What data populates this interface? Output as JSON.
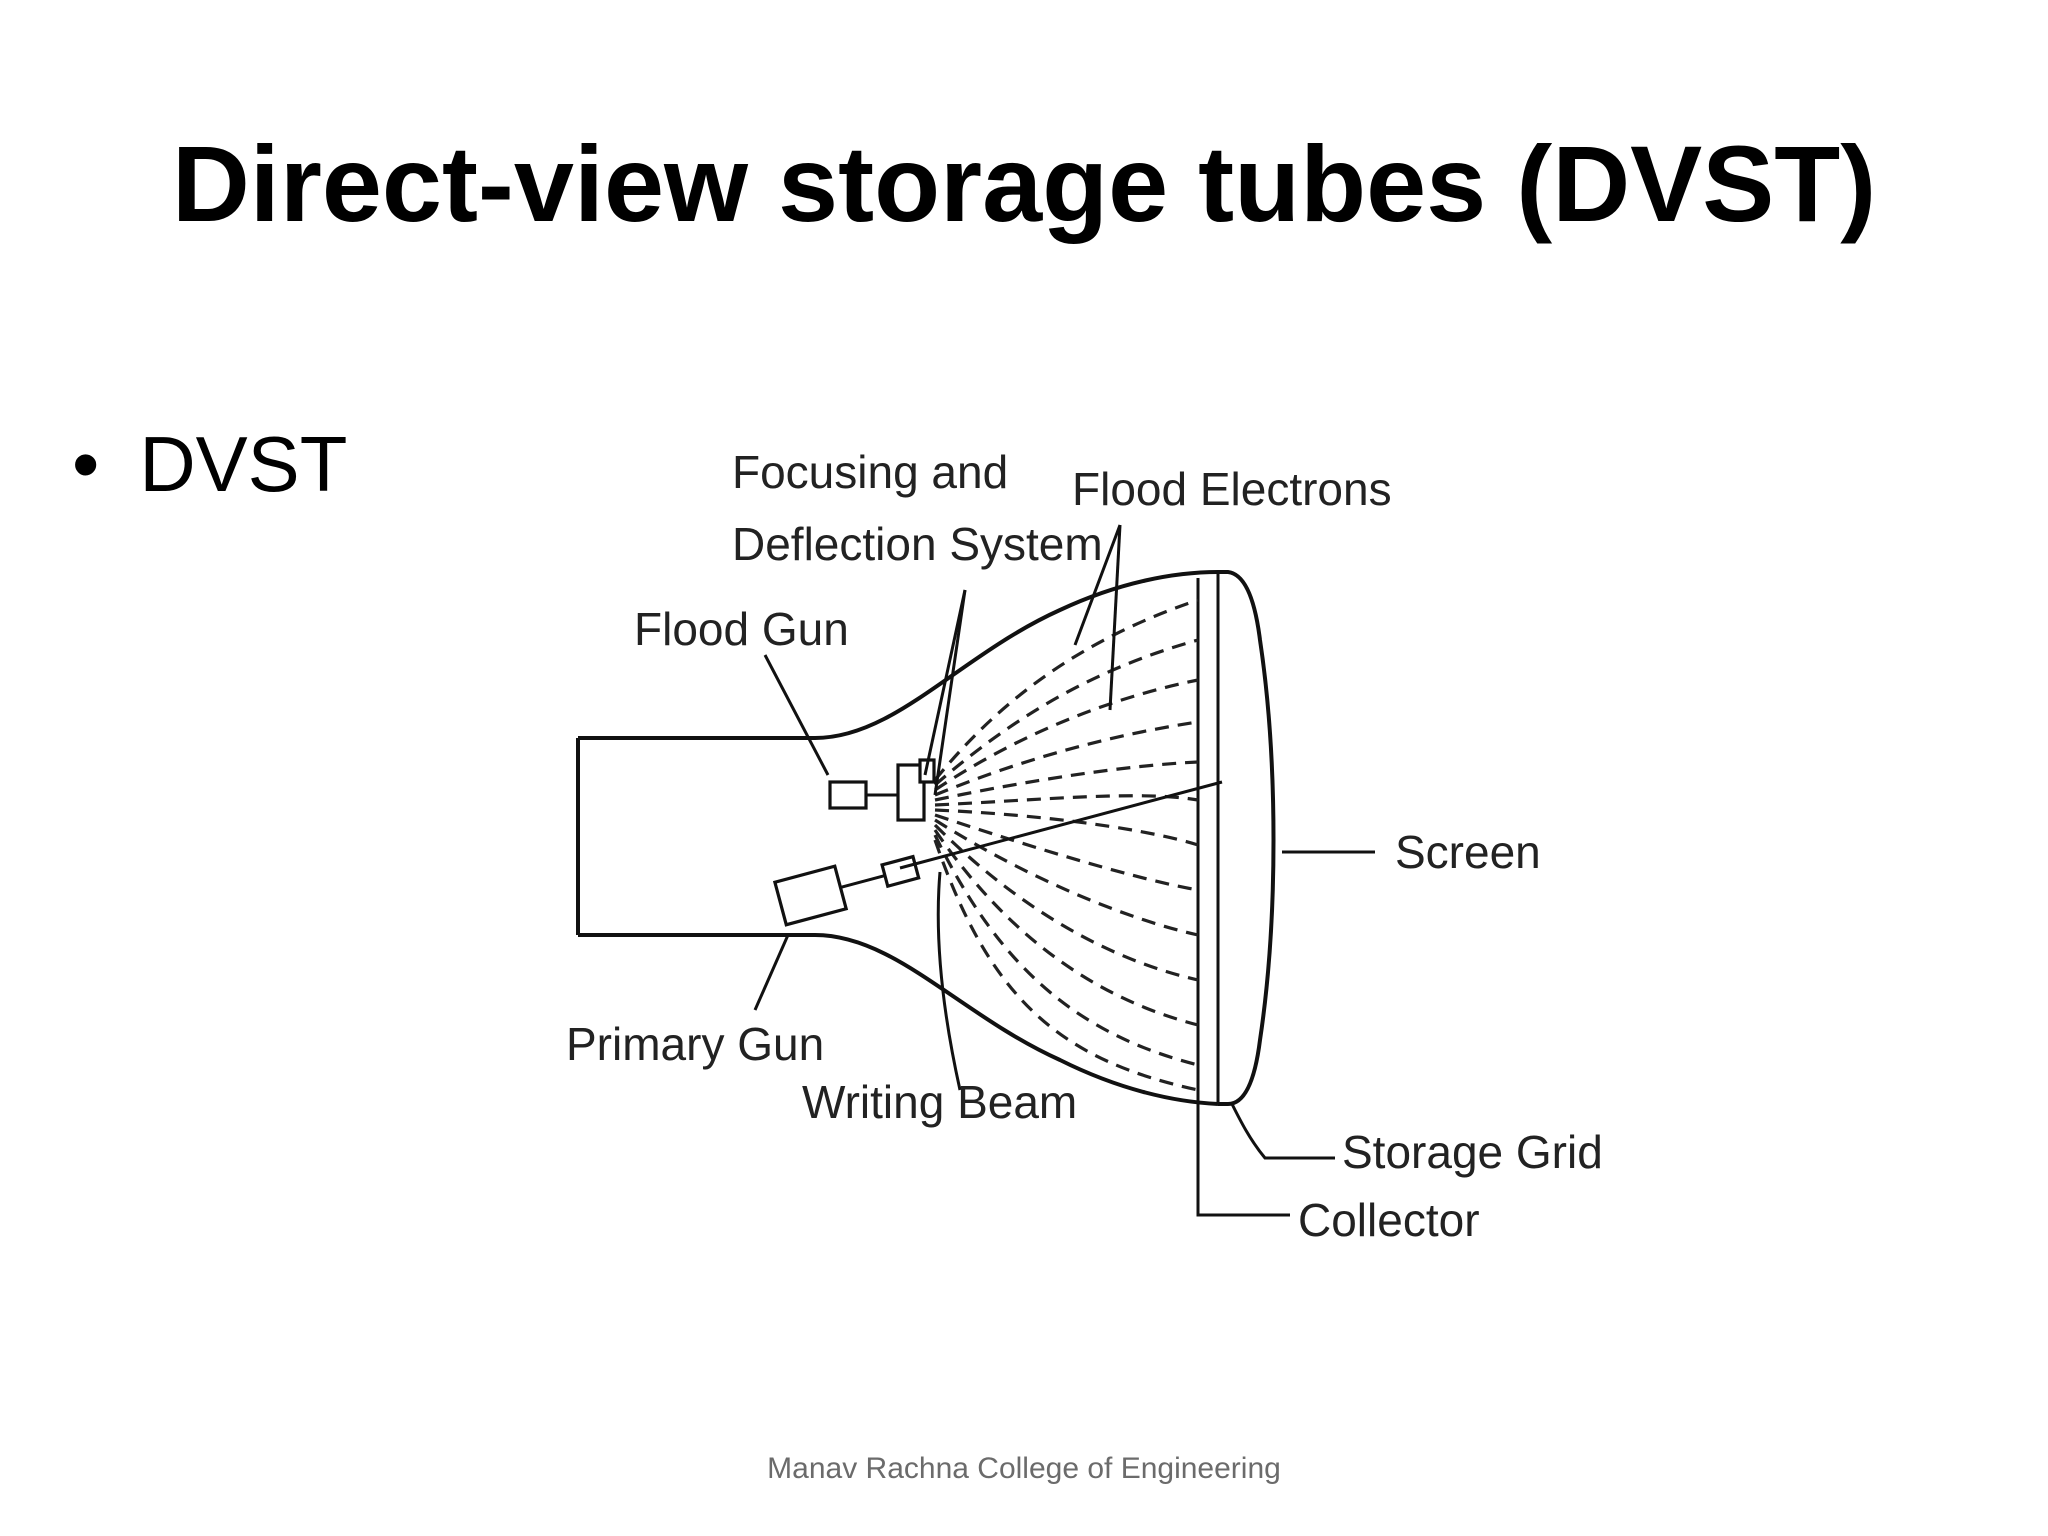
{
  "slide": {
    "title": "Direct-view storage tubes (DVST)",
    "bullets": [
      {
        "marker": "•",
        "text": "DVST"
      }
    ],
    "footer": "Manav Rachna College of Engineering"
  },
  "diagram": {
    "labels": {
      "focusing_line1": "Focusing and",
      "focusing_line2": "Deflection System",
      "flood_electrons": "Flood Electrons",
      "flood_gun": "Flood Gun",
      "screen": "Screen",
      "primary_gun": "Primary Gun",
      "writing_beam": "Writing Beam",
      "storage_grid": "Storage Grid",
      "collector": "Collector"
    }
  }
}
